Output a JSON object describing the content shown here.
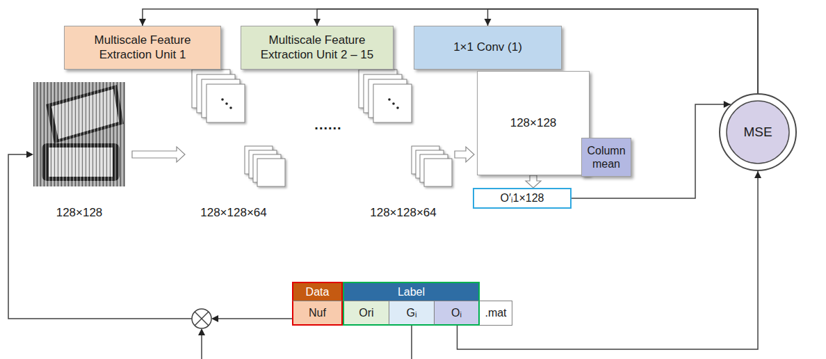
{
  "diagram": {
    "nodes": [
      {
        "text": [
          "Multiscale Feature Extraction Unit 1"
        ]
      },
      {
        "text": [
          "Multiscale Feature Extraction Unit 2 – 15"
        ]
      },
      {
        "text": [
          "1×1 Conv (1)"
        ]
      },
      {
        "text": [
          "MSE"
        ]
      },
      {
        "text": [
          "128×128"
        ]
      },
      {
        "text": [
          "Column mean"
        ]
      },
      {
        "text": [
          "O′ᵢ1×128"
        ]
      },
      {
        "text": [
          "Data"
        ]
      },
      {
        "text": [
          "Nuf"
        ]
      },
      {
        "text": [
          "Label"
        ]
      },
      {
        "text": [
          "Ori"
        ]
      },
      {
        "text": [
          "Gᵢ"
        ]
      },
      {
        "text": [
          "Oᵢ"
        ]
      },
      {
        "text": [
          ".mat"
        ]
      }
    ],
    "edges": [
      {
        "from": 3,
        "to": 0,
        "arrow": "to"
      },
      {
        "from": 3,
        "to": 1,
        "arrow": "to"
      },
      {
        "from": 3,
        "to": 2,
        "arrow": "to"
      },
      {
        "from": 4,
        "to": 6,
        "arrow": "to"
      },
      {
        "from": 6,
        "to": 3,
        "arrow": "to"
      },
      {
        "from": 12,
        "to": 3,
        "arrow": "to"
      }
    ],
    "labels": [
      "128×128",
      "128×128×64",
      "......",
      "128×128×64"
    ]
  }
}
